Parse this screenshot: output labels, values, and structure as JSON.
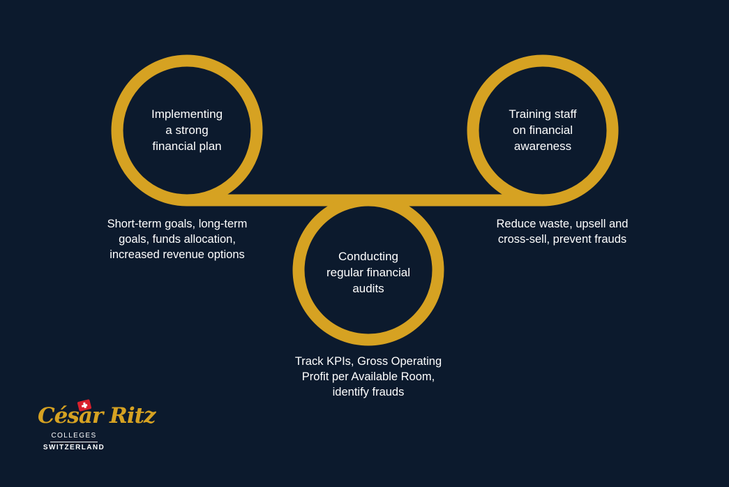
{
  "colors": {
    "background": "#0c1a2d",
    "ring": "#d6a222",
    "text": "#ffffff"
  },
  "nodes": [
    {
      "title_lines": [
        "Implementing",
        "a strong",
        "financial plan"
      ],
      "desc_lines": [
        "Short-term goals, long-term",
        "goals, funds allocation,",
        "increased revenue options"
      ]
    },
    {
      "title_lines": [
        "Conducting",
        "regular financial",
        "audits"
      ],
      "desc_lines": [
        "Track KPIs, Gross Operating",
        "Profit per Available Room,",
        "identify frauds"
      ]
    },
    {
      "title_lines": [
        "Training staff",
        "on financial",
        "awareness"
      ],
      "desc_lines": [
        "Reduce waste, upsell and",
        "cross-sell, prevent frauds"
      ]
    }
  ],
  "logo": {
    "script": "César Ritz",
    "line1": "COLLEGES",
    "line2": "SWITZERLAND"
  }
}
